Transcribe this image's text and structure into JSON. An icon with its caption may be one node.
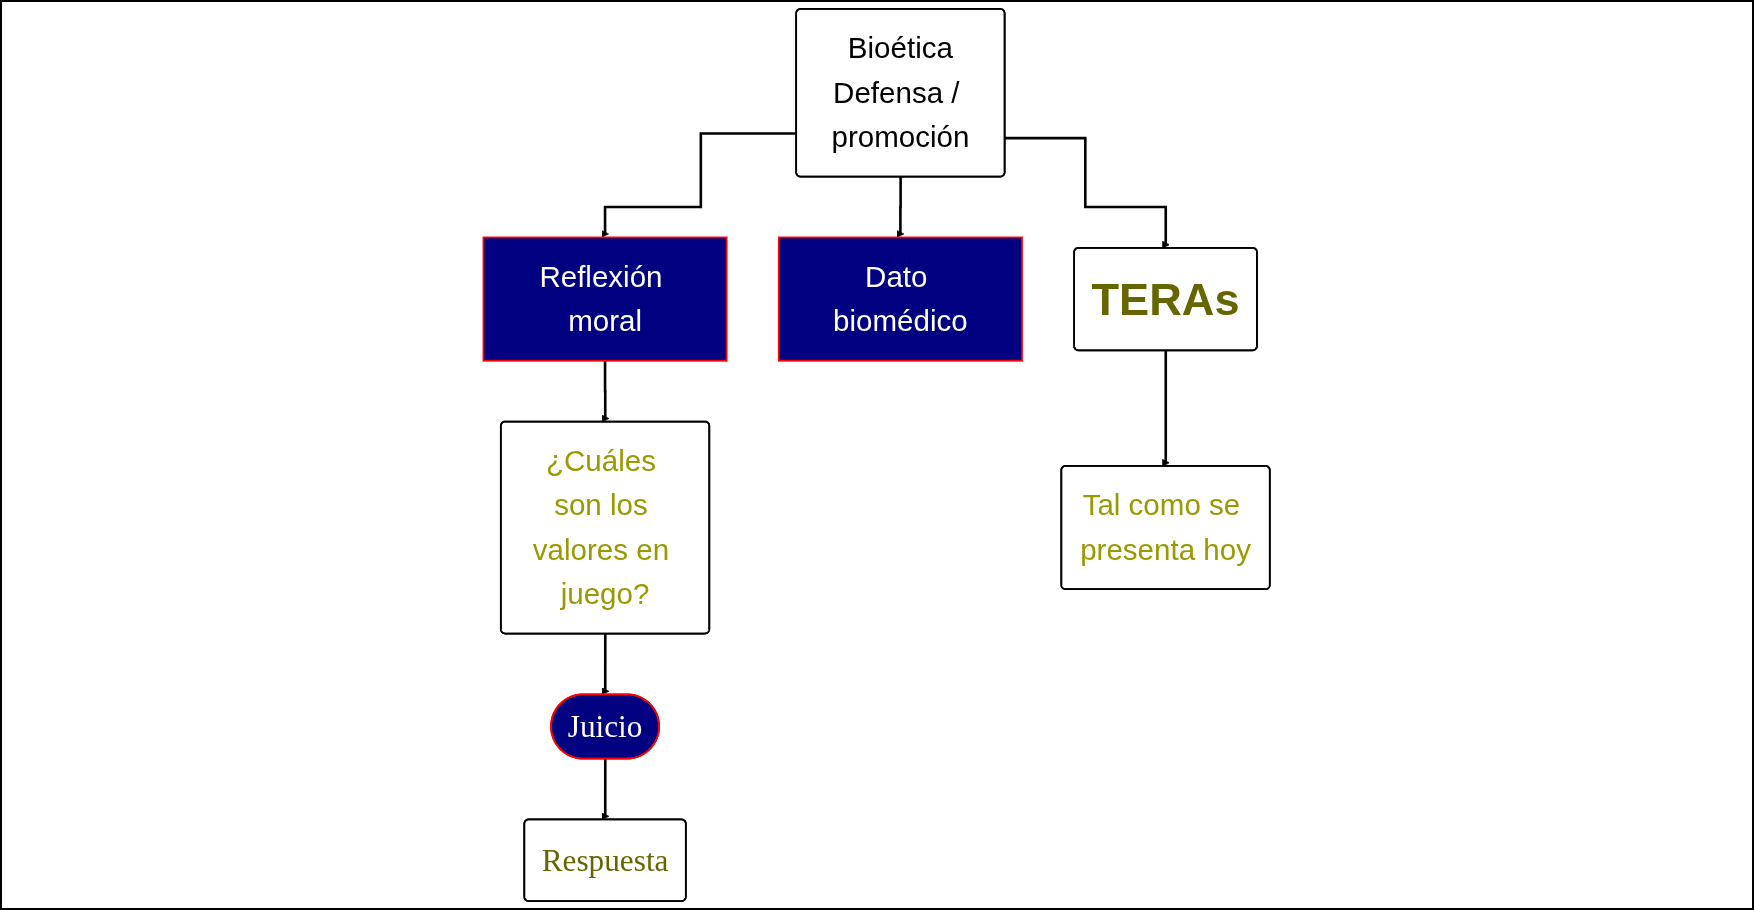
{
  "diagram": {
    "nodes": [
      {
        "text": [
          "Bioética",
          "Defensa / promoción"
        ]
      },
      {
        "text": [
          "TERAs"
        ]
      },
      {
        "text": [
          "Dato biomédico"
        ]
      },
      {
        "text": [
          "Reflexión moral"
        ]
      },
      {
        "text": [
          "¿Cuáles son los valores en juego?"
        ]
      },
      {
        "text": [
          "Tal como se presenta hoy"
        ]
      },
      {
        "text": [
          "Juicio"
        ]
      },
      {
        "text": [
          "Respuesta"
        ]
      }
    ],
    "edges": [
      {
        "from": 0,
        "to": 1,
        "arrow": "to"
      },
      {
        "from": 0,
        "to": 2,
        "arrow": "to"
      },
      {
        "from": 0,
        "to": 3,
        "arrow": "to"
      },
      {
        "from": 3,
        "to": 4,
        "arrow": "to"
      },
      {
        "from": 1,
        "to": 5,
        "arrow": "to"
      },
      {
        "from": 4,
        "to": 6,
        "arrow": "to"
      },
      {
        "from": 6,
        "to": 7,
        "arrow": "to"
      }
    ]
  }
}
